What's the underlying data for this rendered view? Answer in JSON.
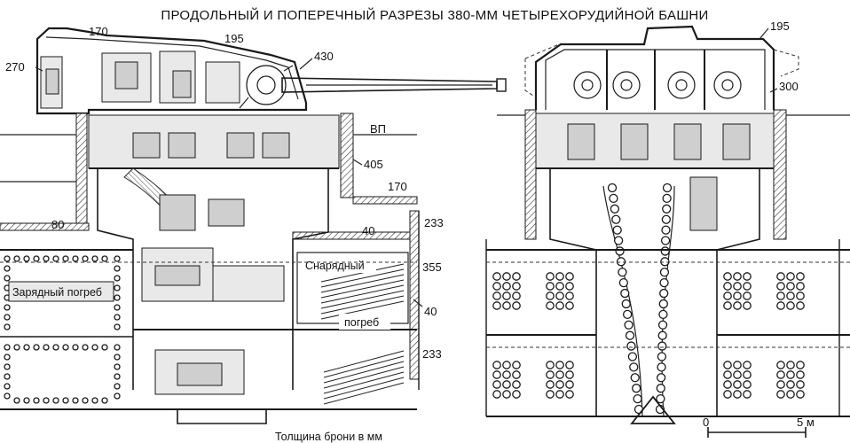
{
  "title": "ПРОДОЛЬНЫЙ И ПОПЕРЕЧНЫЙ РАЗРЕЗЫ 380-ММ ЧЕТЫРЕХОРУДИЙНОЙ БАШНИ",
  "left_section": {
    "armor_labels": {
      "a170_top": "170",
      "a195": "195",
      "a270": "270",
      "a430": "430",
      "a405": "405",
      "a170_deck": "170",
      "a80": "80",
      "a40_deck": "40",
      "a233_upper": "233",
      "a355": "355",
      "a40_side": "40",
      "a233_lower": "233"
    },
    "waterline_label": "ВП",
    "magazine_charge": "Зарядный погреб",
    "magazine_shell_1": "Снарядный",
    "magazine_shell_2": "погреб"
  },
  "right_section": {
    "armor_labels": {
      "a195": "195",
      "a300": "300"
    }
  },
  "footer": {
    "caption": "Толщина брони в мм",
    "scale_start": "0",
    "scale_end": "5 м"
  }
}
